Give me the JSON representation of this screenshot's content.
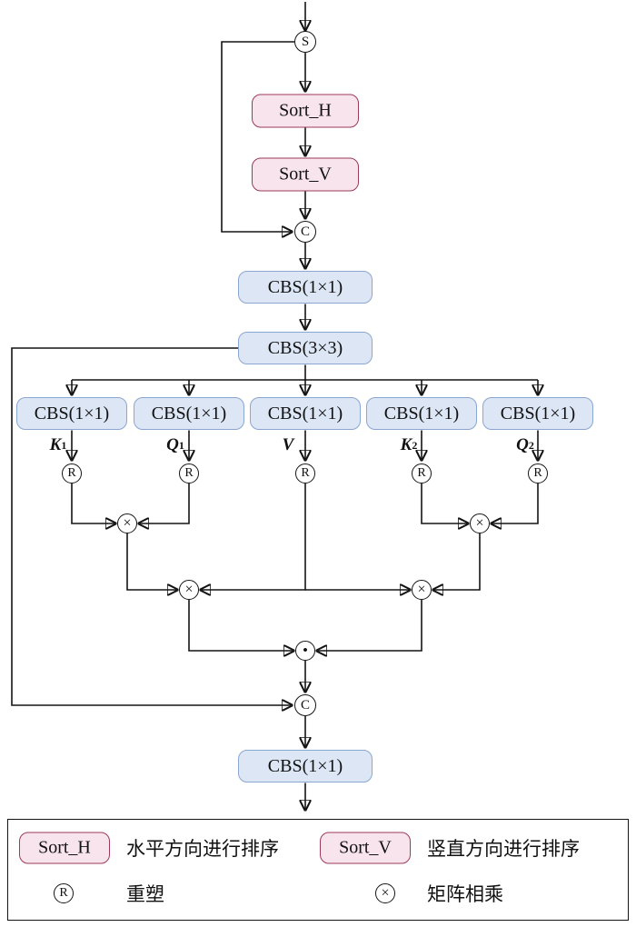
{
  "colors": {
    "bg": "#ffffff",
    "line": "#141414",
    "pink-fill": "#f8e4ec",
    "pink-border": "#9c3a5a",
    "blue-fill": "#dce6f5",
    "blue-border": "#8ba6cf"
  },
  "nodes": {
    "split": "S",
    "sort_h": "Sort_H",
    "sort_v": "Sort_V",
    "concat_top": "C",
    "cbs_1x1_top": "CBS(1×1)",
    "cbs_3x3": "CBS(3×3)",
    "branch_boxes": [
      "CBS(1×1)",
      "CBS(1×1)",
      "CBS(1×1)",
      "CBS(1×1)",
      "CBS(1×1)"
    ],
    "branch_labels": [
      {
        "base": "K",
        "sub": "1"
      },
      {
        "base": "Q",
        "sub": "1"
      },
      {
        "base": "V",
        "sub": ""
      },
      {
        "base": "K",
        "sub": "2"
      },
      {
        "base": "Q",
        "sub": "2"
      }
    ],
    "reshape": "R",
    "matmul": "×",
    "dot": "•",
    "concat_bottom": "C",
    "cbs_1x1_bottom": "CBS(1×1)"
  },
  "legend": {
    "sort_h_box": "Sort_H",
    "sort_h_text": "水平方向进行排序",
    "sort_v_box": "Sort_V",
    "sort_v_text": "竖直方向进行排序",
    "reshape_symbol": "R",
    "reshape_text": "重塑",
    "matmul_symbol": "×",
    "matmul_text": "矩阵相乘"
  }
}
